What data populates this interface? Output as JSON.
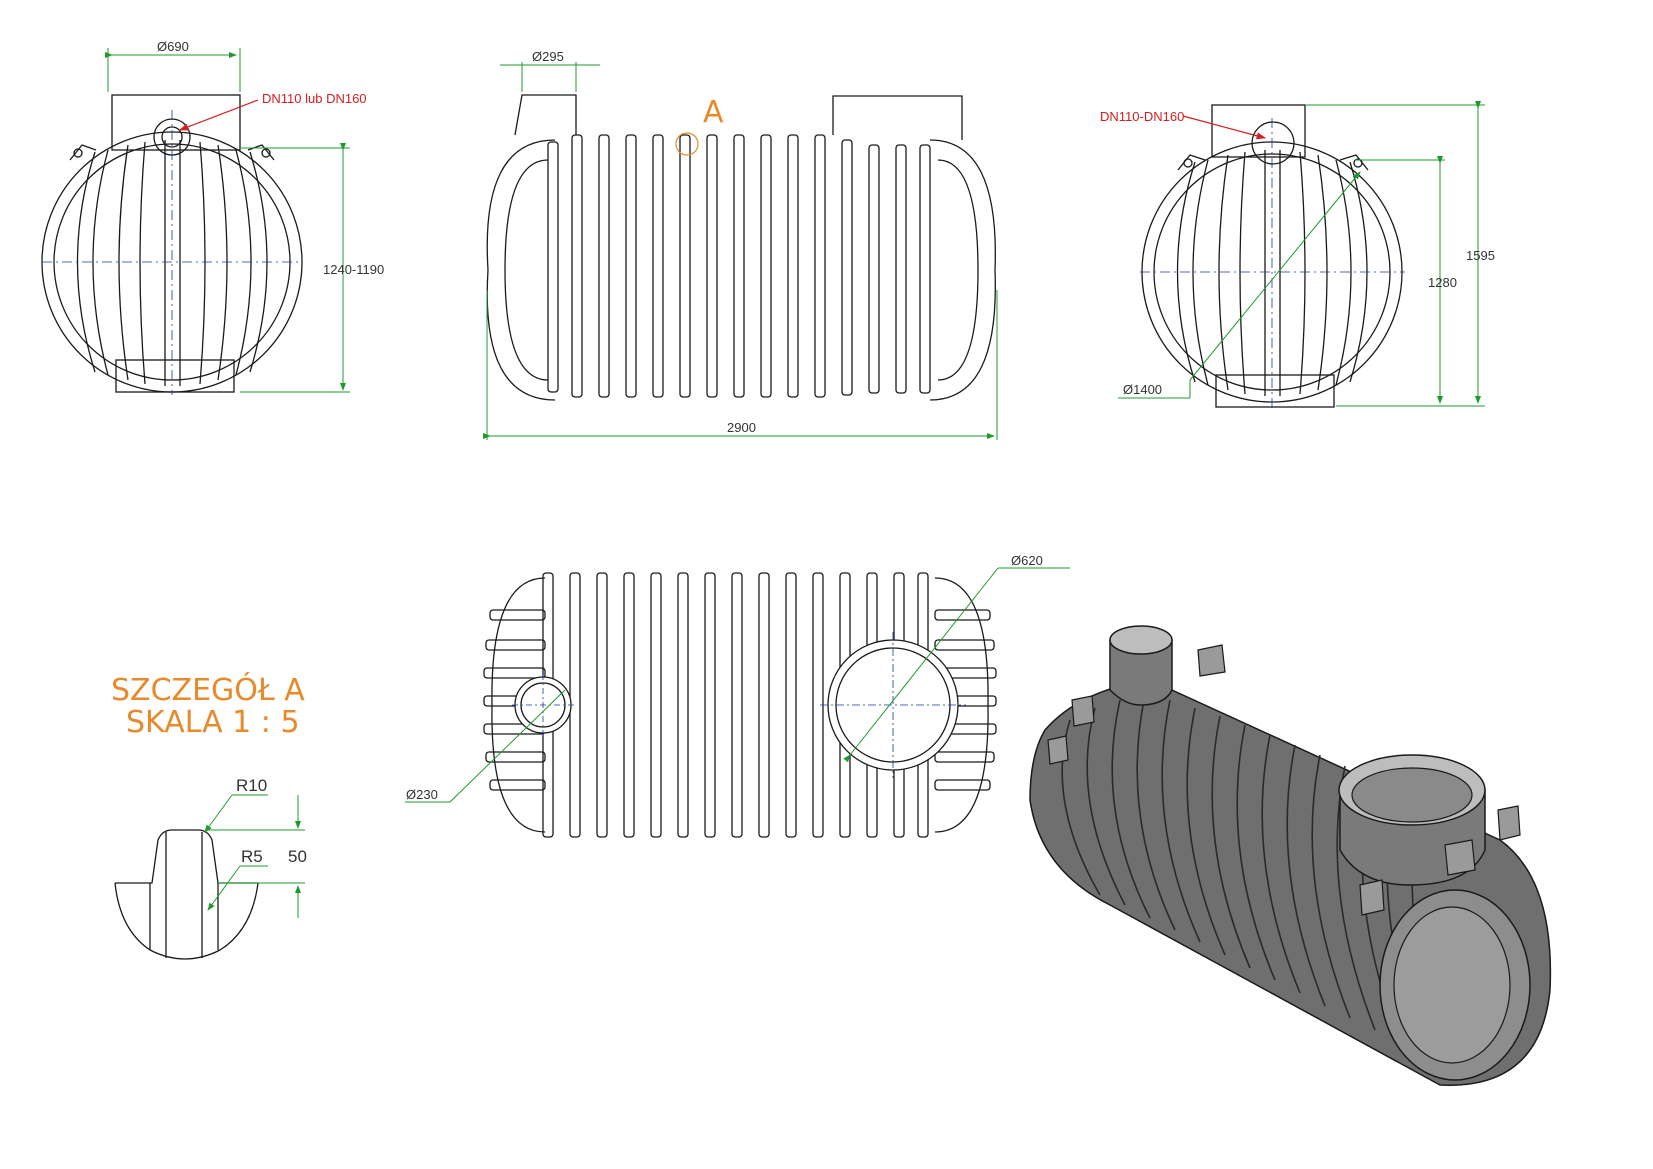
{
  "colors": {
    "line": "#1a1a1a",
    "dimension": "#1f9a2e",
    "note": "#d42020",
    "title": "#e8892a",
    "shade": "#6f6f6f"
  },
  "front_left": {
    "diameter_top": "Ø690",
    "connection": "DN110 lub DN160",
    "height": "1240-1190"
  },
  "side": {
    "diameter_inlet": "Ø295",
    "detail_marker": "A",
    "length": "2900"
  },
  "front_right": {
    "connection": "DN110-DN160",
    "body_diameter": "Ø1400",
    "height_body": "1280",
    "height_total": "1595"
  },
  "top": {
    "large_opening": "Ø620",
    "small_opening": "Ø230"
  },
  "detail": {
    "title_line1": "SZCZEGÓŁ A",
    "title_line2": "SKALA 1 : 5",
    "radius_top": "R10",
    "radius_bottom": "R5",
    "height": "50"
  }
}
